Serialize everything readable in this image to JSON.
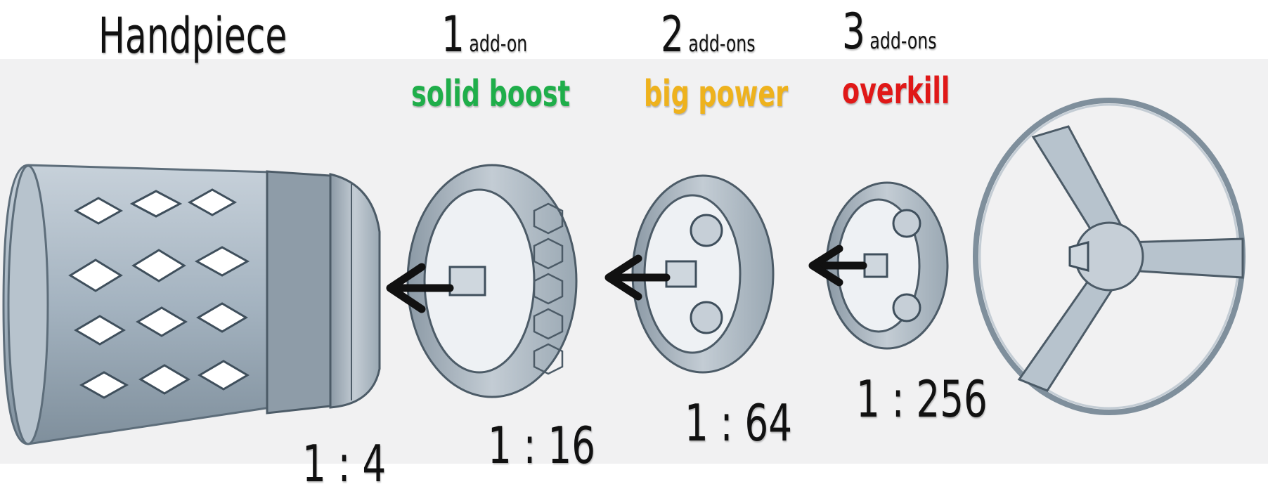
{
  "title": "Handpiece",
  "stages": [
    {
      "count": "1",
      "unit": "add-on",
      "label": "solid boost",
      "color": "#1fae4a",
      "ratio": "1 : 16"
    },
    {
      "count": "2",
      "unit": "add-ons",
      "label": "big power",
      "color": "#eeb21d",
      "ratio": "1 : 64"
    },
    {
      "count": "3",
      "unit": "add-ons",
      "label": "overkill",
      "color": "#e01818",
      "ratio": "1 : 256"
    }
  ],
  "handpiece_ratio": "1 : 4",
  "colors": {
    "metal": "#a9b7c3",
    "metal_dark": "#5d6d7a",
    "background_band": "#f1f1f2"
  }
}
